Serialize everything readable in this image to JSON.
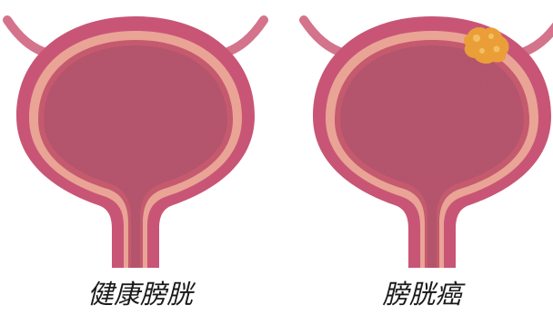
{
  "captions": {
    "healthy": "健康膀胱",
    "cancer": "膀胱癌"
  },
  "colors": {
    "outer_wall": "#c95576",
    "outer_wall_dark": "#a8415f",
    "muscle_layer": "#e9a496",
    "inner_lining": "#c55a6e",
    "lumen": "#b8566f",
    "ureter": "#d4738c",
    "tumor": "#f4a53a",
    "tumor_highlight": "#fbc867",
    "background": "#ffffff",
    "caption_text": "#1a1a1a"
  },
  "panels": [
    {
      "id": "healthy",
      "has_tumor": false
    },
    {
      "id": "cancer",
      "has_tumor": true
    }
  ]
}
